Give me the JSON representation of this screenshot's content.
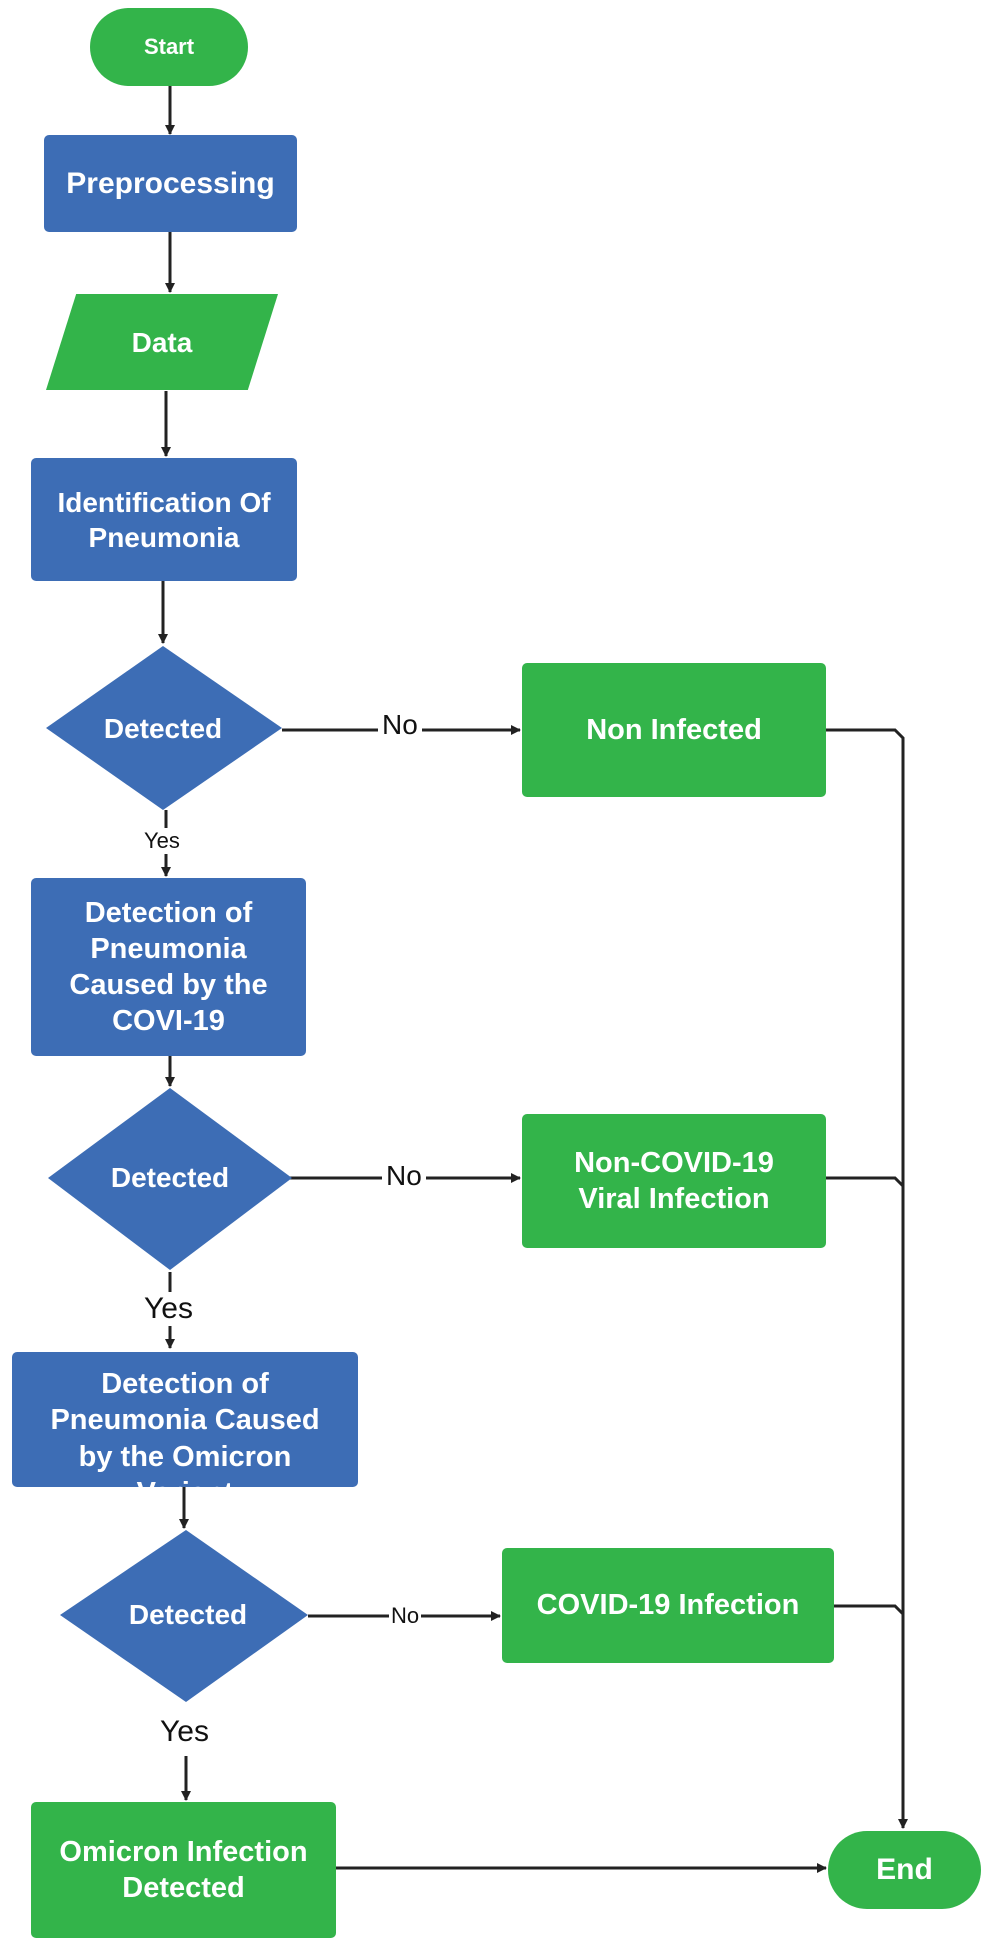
{
  "flowchart": {
    "start": "Start",
    "preprocessing": "Preprocessing",
    "data": "Data",
    "identification": "Identification Of Pneumonia",
    "decision1": "Detected",
    "no1": "No",
    "non_infected": "Non Infected",
    "yes1": "Yes",
    "detection_covid": "Detection of Pneumonia Caused by the COVI-19",
    "decision2": "Detected",
    "no2": "No",
    "non_covid": "Non-COVID-19 Viral Infection",
    "yes2": "Yes",
    "detection_omicron": "Detection of Pneumonia Caused by the  Omicron Variant",
    "decision3": "Detected",
    "no3": "No",
    "covid_infection": "COVID-19 Infection",
    "yes3": "Yes",
    "omicron_detected": "Omicron Infection Detected",
    "end": "End"
  },
  "colors": {
    "process_blue": "#3d6db5",
    "terminal_green": "#33b44a",
    "connector": "#222222"
  }
}
